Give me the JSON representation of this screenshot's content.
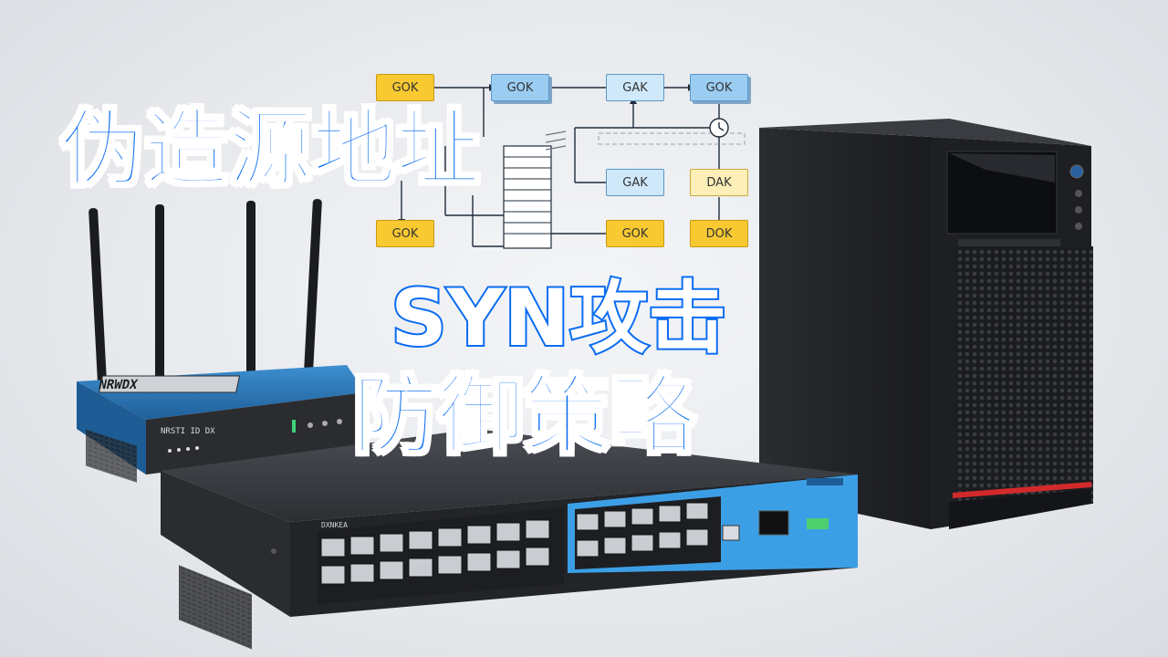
{
  "headline": {
    "line1": "伪造源地址",
    "line2": "SYN攻击",
    "line3": "防御策略"
  },
  "diagram": {
    "boxes": [
      {
        "id": "b1",
        "label": "GOK"
      },
      {
        "id": "b2",
        "label": "GOK"
      },
      {
        "id": "b3",
        "label": "GAK"
      },
      {
        "id": "b4",
        "label": "GOK"
      },
      {
        "id": "b5",
        "label": "GAK"
      },
      {
        "id": "b6",
        "label": "DAK"
      },
      {
        "id": "b7",
        "label": "GOK"
      },
      {
        "id": "b8",
        "label": "GOK"
      },
      {
        "id": "b9",
        "label": "DOK"
      }
    ]
  },
  "devices": {
    "router_label": "NRWDX",
    "router_front_label": "NRSTI ID DX",
    "switch_brand": "DXNKEA"
  },
  "colors": {
    "accent_blue": "#0a6cf2",
    "router_blue": "#2c7fc1",
    "switch_blue": "#3ea6f0",
    "tower_red": "#d22a2a",
    "box_yellow": "#f8c931",
    "box_blue": "#9bcdf3"
  }
}
